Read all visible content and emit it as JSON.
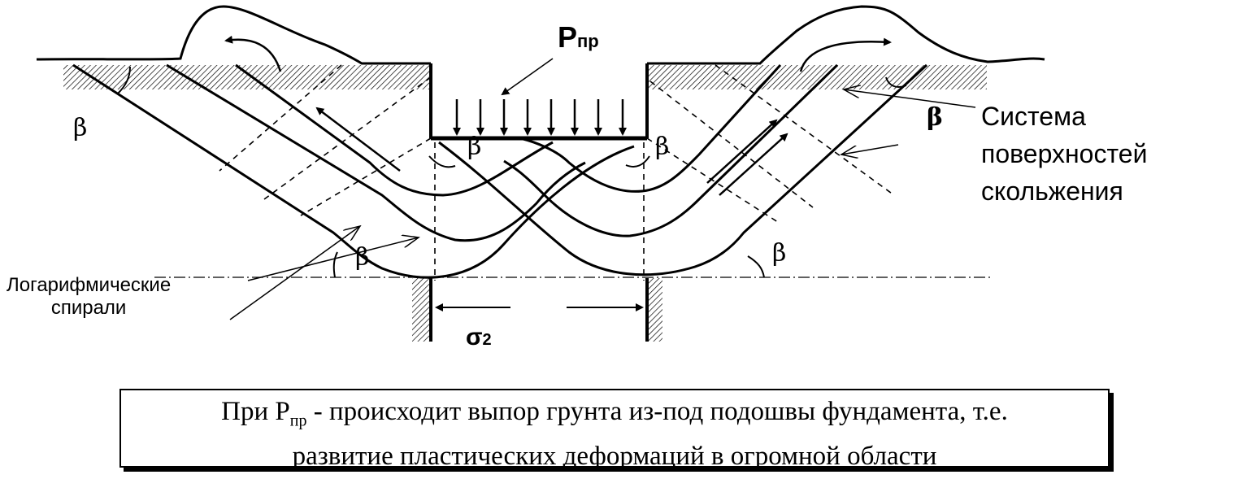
{
  "load_label": {
    "main": "P",
    "sub": "пр"
  },
  "angle_symbol": "β",
  "stress_label": {
    "main": "σ",
    "sub": "2"
  },
  "label_slip_surfaces": [
    "Система",
    "поверхностей",
    "скольжения"
  ],
  "label_log_spirals": [
    "Логарифмические",
    "спирали"
  ],
  "caption": {
    "p_main": "При   Р",
    "p_sub": "пр",
    "line1_rest": "  - происходит выпор грунта из-под подошвы фундамента, т.е.",
    "line2": "развитие пластических деформаций в огромной области"
  }
}
